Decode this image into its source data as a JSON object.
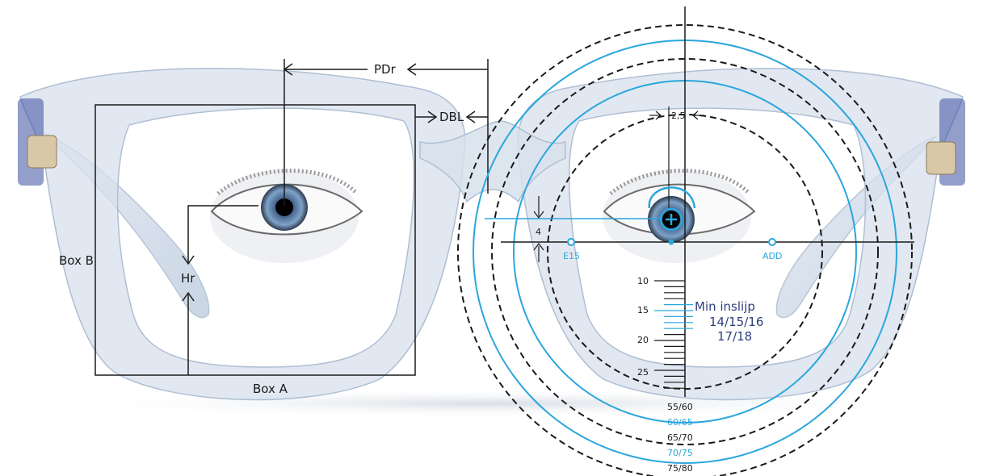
{
  "labels": {
    "pdr": "PDr",
    "dbl": "DBL",
    "box_a": "Box A",
    "box_b": "Box B",
    "hr": "Hr",
    "offset_horizontal": "2,5",
    "offset_vertical": "4",
    "point_e15": "E15",
    "point_add": "ADD"
  },
  "scale": {
    "ticks": [
      "10",
      "15",
      "20",
      "25"
    ],
    "note_line1": "Min inslijp",
    "note_line2": "14/15/16",
    "note_line3": "17/18"
  },
  "sizes": [
    {
      "label": "55/60",
      "style": "dashed",
      "color": "#1a1a1a"
    },
    {
      "label": "60/65",
      "style": "solid",
      "color": "#2aa6dd"
    },
    {
      "label": "65/70",
      "style": "dashed",
      "color": "#1a1a1a"
    },
    {
      "label": "70/75",
      "style": "solid",
      "color": "#2aa6dd"
    },
    {
      "label": "75/80",
      "style": "dashed",
      "color": "#1a1a1a"
    }
  ],
  "colors": {
    "accent": "#2aa6dd",
    "navy": "#2e3f7c",
    "line": "#1a1a1a",
    "frame": "#cfd9e6"
  }
}
